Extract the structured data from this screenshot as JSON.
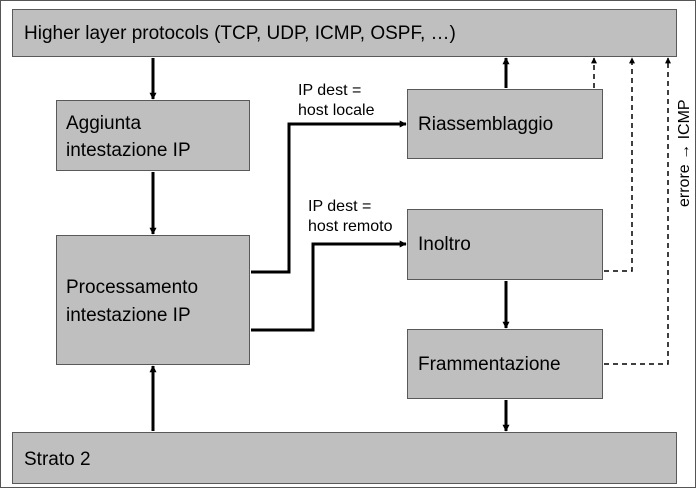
{
  "boxes": {
    "higher": "Higher layer protocols (TCP, UDP, ICMP, OSPF, …)",
    "aggiunta_line1": "Aggiunta",
    "aggiunta_line2": "intestazione IP",
    "processamento_line1": "Processamento",
    "processamento_line2": "intestazione IP",
    "riassemblaggio": "Riassemblaggio",
    "inoltro": "Inoltro",
    "frammentazione": "Frammentazione",
    "strato2": "Strato 2"
  },
  "labels": {
    "local_line1": "IP dest =",
    "local_line2": "host locale",
    "remote_line1": "IP dest =",
    "remote_line2": "host remoto",
    "error": "errore → ICMP"
  },
  "colors": {
    "box_fill": "#bfbfbf",
    "box_border": "#595959",
    "line": "#000000"
  }
}
